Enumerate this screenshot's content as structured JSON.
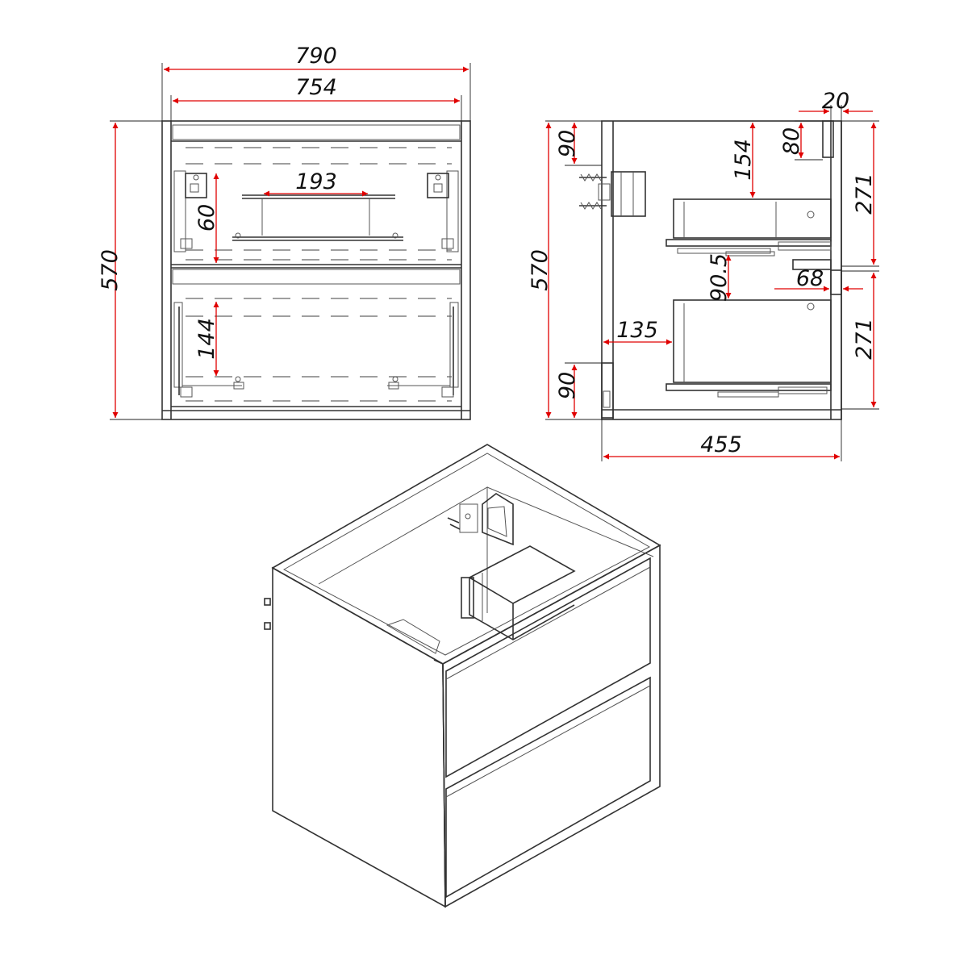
{
  "colors": {
    "line": "#333333",
    "dimension": "#e00000",
    "text": "#111111",
    "background": "#ffffff"
  },
  "front_view": {
    "width_outer": "790",
    "width_inner": "754",
    "height": "570",
    "bracket_spacing": "193",
    "upper_bracket_height": "60",
    "lower_bracket_height": "144"
  },
  "side_view": {
    "height": "570",
    "depth": "455",
    "top_rail": "90",
    "bottom_rail": "90",
    "top_to_drawer": "154",
    "drawer_gap": "90.5",
    "drawer_offset_back": "135",
    "front_thickness": "20",
    "handle_height": "80",
    "handle_depth": "68",
    "drawer_front_upper": "271",
    "drawer_front_lower": "271"
  }
}
